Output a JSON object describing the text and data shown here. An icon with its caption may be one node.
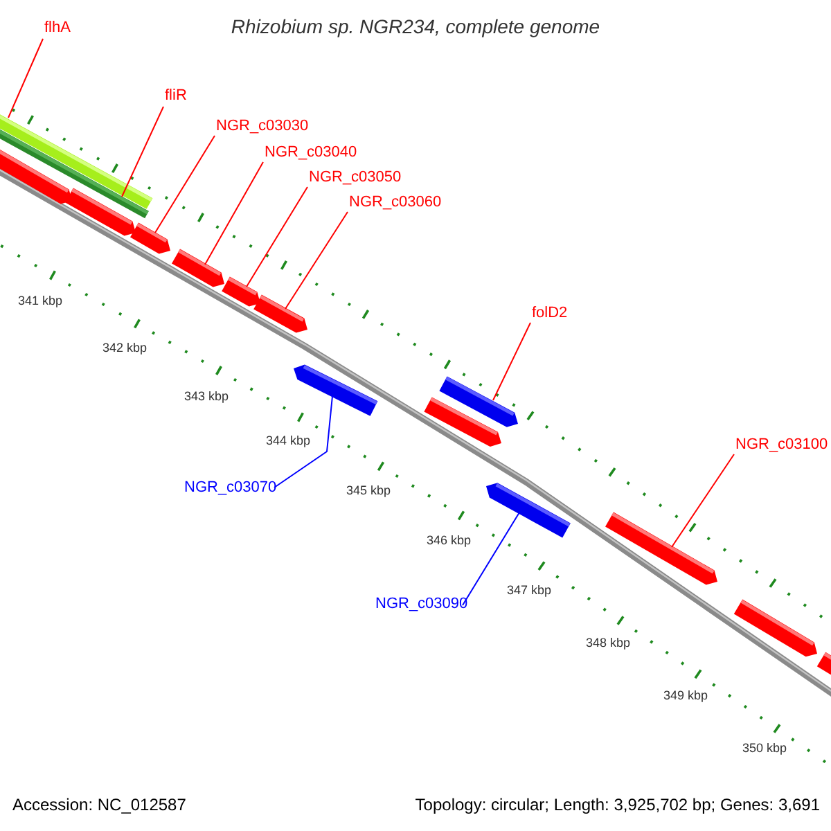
{
  "diagram": {
    "title": "Rhizobium sp. NGR234, complete genome",
    "nodes": [
      {
        "text": [
          "flhA"
        ]
      },
      {
        "text": [
          "fliR"
        ]
      },
      {
        "text": [
          "NGR_c03030"
        ]
      },
      {
        "text": [
          "NGR_c03040"
        ]
      },
      {
        "text": [
          "NGR_c03050"
        ]
      },
      {
        "text": [
          "NGR_c03060"
        ]
      },
      {
        "text": [
          "folD2"
        ]
      },
      {
        "text": [
          "NGR_c03100"
        ]
      },
      {
        "text": [
          "NGR_c03070"
        ]
      },
      {
        "text": [
          "NGR_c03090"
        ]
      },
      {
        "text": [],
        "shape": "bar"
      },
      {
        "text": [],
        "shape": "bar"
      },
      {
        "text": [],
        "shape": "bar"
      },
      {
        "text": [],
        "shape": "bar"
      },
      {
        "text": [],
        "shape": "bar"
      },
      {
        "text": [],
        "shape": "bar"
      },
      {
        "text": [],
        "shape": "bar"
      },
      {
        "text": [],
        "shape": "bar"
      },
      {
        "text": [],
        "shape": "bar"
      },
      {
        "text": [],
        "shape": "bar"
      },
      {
        "text": [],
        "shape": "bar"
      },
      {
        "text": [],
        "shape": "bar"
      },
      {
        "text": [],
        "shape": "bar"
      },
      {
        "text": [],
        "shape": "bar"
      },
      {
        "text": [],
        "shape": "bar"
      }
    ],
    "edges": [
      {
        "from": 0,
        "to": 10,
        "arrow": "none"
      },
      {
        "from": 1,
        "to": 11,
        "arrow": "none"
      },
      {
        "from": 2,
        "to": 14,
        "arrow": "none"
      },
      {
        "from": 3,
        "to": 15,
        "arrow": "none"
      },
      {
        "from": 4,
        "to": 16,
        "arrow": "none"
      },
      {
        "from": 5,
        "to": 17,
        "arrow": "none"
      },
      {
        "from": 6,
        "to": 19,
        "arrow": "none"
      },
      {
        "from": 7,
        "to": 22,
        "arrow": "none"
      },
      {
        "from": 8,
        "to": 18,
        "arrow": "none",
        "color": "#0000ff"
      },
      {
        "from": 9,
        "to": 21,
        "arrow": "none",
        "color": "#0000ff"
      }
    ],
    "labels": [
      "341 kbp",
      "342 kbp",
      "343 kbp",
      "344 kbp",
      "345 kbp",
      "346 kbp",
      "347 kbp",
      "348 kbp",
      "349 kbp",
      "350 kbp",
      "Accession: NC_012587",
      "Topology: circular; Length: 3,925,702 bp; Genes: 3,691"
    ]
  }
}
